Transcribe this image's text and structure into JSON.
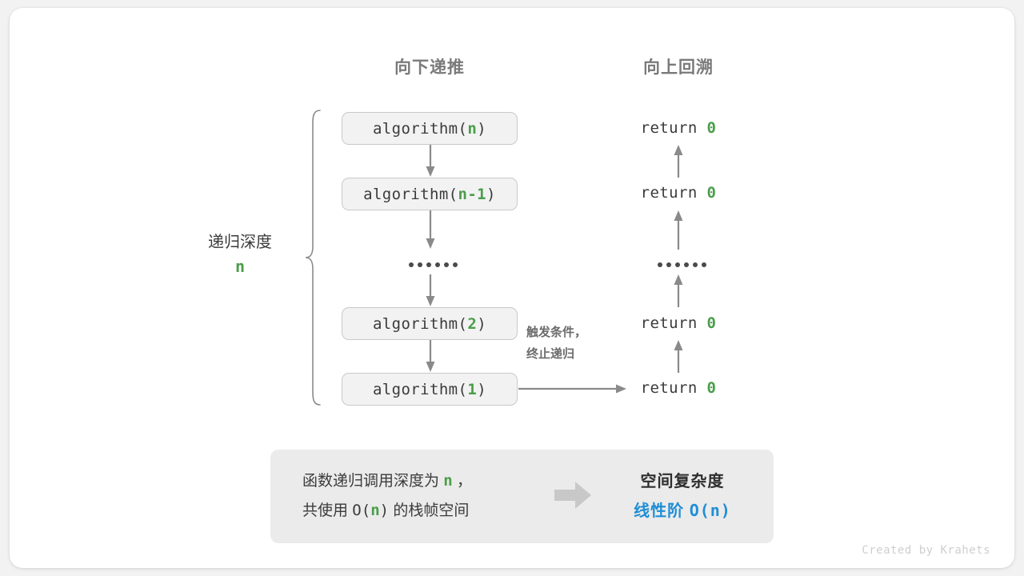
{
  "figure": {
    "columns": {
      "down": "向下递推",
      "up": "向上回溯"
    },
    "side_label": {
      "title": "递归深度",
      "value": "n"
    },
    "call_stack": [
      {
        "prefix": "algorithm(",
        "arg": "n",
        "suffix": ")"
      },
      {
        "prefix": "algorithm(",
        "arg": "n-1",
        "suffix": ")"
      },
      {
        "prefix": "algorithm(",
        "arg": "2",
        "suffix": ")"
      },
      {
        "prefix": "algorithm(",
        "arg": "1",
        "suffix": ")"
      }
    ],
    "ellipsis": "••••••",
    "returns": [
      {
        "keyword": "return",
        "value": "0"
      },
      {
        "keyword": "return",
        "value": "0"
      },
      {
        "keyword": "return",
        "value": "0"
      },
      {
        "keyword": "return",
        "value": "0"
      }
    ],
    "trigger_note": {
      "line1": "触发条件，",
      "line2": "终止递归"
    },
    "summary": {
      "left_line1_a": "函数递归调用深度为",
      "left_line1_var": "n",
      "left_line1_b": "，",
      "left_line2_a": "共使用",
      "left_line2_O": "O(",
      "left_line2_var": "n",
      "left_line2_Oend": ")",
      "left_line2_b": "的栈帧空间",
      "right_title": "空间复杂度",
      "right_value_a": "线性阶",
      "right_value_b": "O(n)"
    },
    "credit": "Created by Krahets",
    "colors": {
      "green": "#4a9d4a",
      "blue": "#1f8ed6",
      "gray_arrow": "#808080",
      "panel_bg": "#ebebeb",
      "box_bg": "#f2f2f2"
    }
  }
}
